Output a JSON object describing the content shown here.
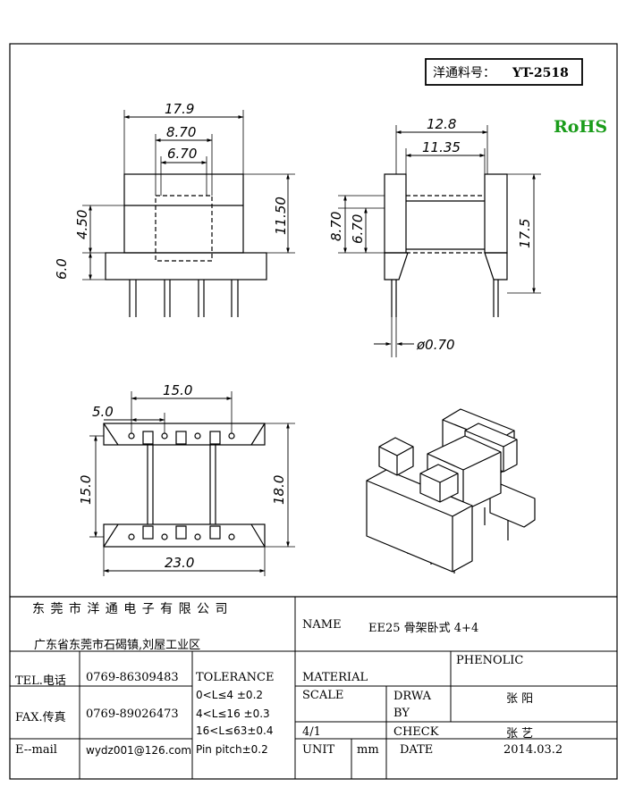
{
  "part_label": "洋通料号：",
  "part_number": "YT-2518",
  "rohs": "RoHS",
  "colors": {
    "rohs": "#1a9c1a",
    "line": "#000000"
  },
  "views": {
    "front": {
      "width": "17.9",
      "core_outer": "8.70",
      "core_inner": "6.70",
      "height": "11.50",
      "flange": "4.50",
      "base": "6.0"
    },
    "side": {
      "width": "12.8",
      "inner": "11.35",
      "core_outer": "8.70",
      "core_inner": "6.70",
      "height": "17.5",
      "pin_dia": "ø0.70"
    },
    "bottom": {
      "pin_span": "15.0",
      "pitch": "5.0",
      "row_span": "15.0",
      "depth": "18.0",
      "length": "23.0"
    }
  },
  "title_block": {
    "company": "东 莞 市 洋 通 电 子 有 限 公 司",
    "address": "广东省东莞市石碣镇,刘屋工业区",
    "name_label": "NAME",
    "name_value": "EE25 骨架卧式 4+4",
    "tel_label": "TEL.电话",
    "tel_value": "0769-86309483",
    "fax_label": "FAX.传真",
    "fax_value": "0769-89026473",
    "email_label": "E--mail",
    "email_value": "wydz001@126.com",
    "tolerance_label": "TOLERANCE",
    "tol_1": "0<L≤4  ±0.2",
    "tol_2": "4<L≤16 ±0.3",
    "tol_3": "16<L≤63±0.4",
    "tol_4": "Pin pitch±0.2",
    "material_label": "MATERIAL",
    "material_value": "PHENOLIC",
    "scale_label": "SCALE",
    "scale_value": "4/1",
    "drawn_label_1": "DRWA",
    "drawn_label_2": "BY",
    "drawn_value": "张 阳",
    "check_label": "CHECK",
    "check_value": "张 艺",
    "unit_label": "UNIT",
    "unit_value": "mm",
    "date_label": "DATE",
    "date_value": "2014.03.2"
  }
}
